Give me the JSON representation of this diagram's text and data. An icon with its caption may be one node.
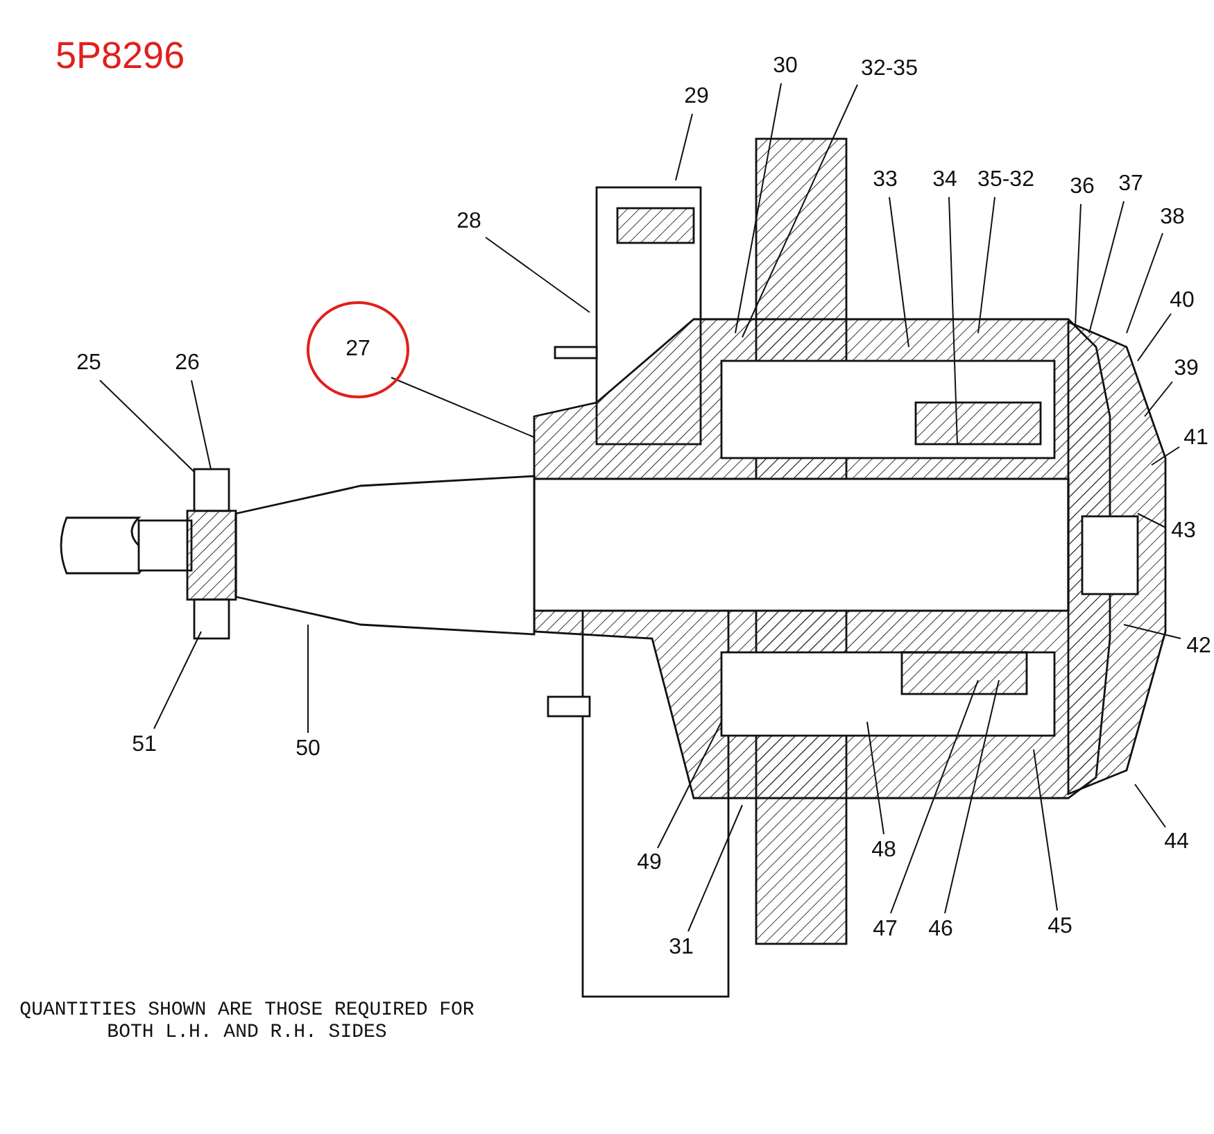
{
  "diagram": {
    "title": "5P8296",
    "nodes": [
      {
        "text": [
          "25"
        ]
      },
      {
        "text": [
          "26"
        ]
      },
      {
        "text": [
          "27"
        ]
      },
      {
        "text": [
          "28"
        ]
      },
      {
        "text": [
          "29"
        ]
      },
      {
        "text": [
          "30"
        ]
      },
      {
        "text": [
          "32-35"
        ]
      },
      {
        "text": [
          "33"
        ]
      },
      {
        "text": [
          "34"
        ]
      },
      {
        "text": [
          "35-32"
        ]
      },
      {
        "text": [
          "36"
        ]
      },
      {
        "text": [
          "37"
        ]
      },
      {
        "text": [
          "38"
        ]
      },
      {
        "text": [
          "40"
        ]
      },
      {
        "text": [
          "39"
        ]
      },
      {
        "text": [
          "41"
        ]
      },
      {
        "text": [
          "43"
        ]
      },
      {
        "text": [
          "42"
        ]
      },
      {
        "text": [
          "44"
        ]
      },
      {
        "text": [
          "45"
        ]
      },
      {
        "text": [
          "46"
        ]
      },
      {
        "text": [
          "47"
        ]
      },
      {
        "text": [
          "48"
        ]
      },
      {
        "text": [
          "49"
        ]
      },
      {
        "text": [
          "31"
        ]
      },
      {
        "text": [
          "50"
        ]
      },
      {
        "text": [
          "51"
        ]
      }
    ],
    "edges": [
      {
        "from": 0,
        "to": null,
        "arrow": "none"
      },
      {
        "from": 1,
        "to": null,
        "arrow": "none"
      },
      {
        "from": 2,
        "to": null,
        "arrow": "none"
      },
      {
        "from": 3,
        "to": null,
        "arrow": "none"
      },
      {
        "from": 4,
        "to": null,
        "arrow": "none"
      },
      {
        "from": 5,
        "to": null,
        "arrow": "none"
      },
      {
        "from": 6,
        "to": null,
        "arrow": "none"
      },
      {
        "from": 7,
        "to": null,
        "arrow": "none"
      },
      {
        "from": 8,
        "to": null,
        "arrow": "none"
      },
      {
        "from": 9,
        "to": null,
        "arrow": "none"
      },
      {
        "from": 10,
        "to": null,
        "arrow": "none"
      },
      {
        "from": 11,
        "to": null,
        "arrow": "none"
      },
      {
        "from": 12,
        "to": null,
        "arrow": "none"
      },
      {
        "from": 13,
        "to": null,
        "arrow": "none"
      },
      {
        "from": 14,
        "to": null,
        "arrow": "none"
      },
      {
        "from": 15,
        "to": null,
        "arrow": "none"
      },
      {
        "from": 16,
        "to": null,
        "arrow": "none"
      },
      {
        "from": 17,
        "to": null,
        "arrow": "none"
      },
      {
        "from": 18,
        "to": null,
        "arrow": "none"
      },
      {
        "from": 19,
        "to": null,
        "arrow": "none"
      },
      {
        "from": 20,
        "to": null,
        "arrow": "none"
      },
      {
        "from": 21,
        "to": null,
        "arrow": "none"
      },
      {
        "from": 22,
        "to": null,
        "arrow": "none"
      },
      {
        "from": 23,
        "to": null,
        "arrow": "none"
      },
      {
        "from": 24,
        "to": null,
        "arrow": "none"
      },
      {
        "from": 25,
        "to": null,
        "arrow": "none"
      },
      {
        "from": 26,
        "to": null,
        "arrow": "none"
      }
    ],
    "labels": [
      "QUANTITIES SHOWN ARE THOSE REQUIRED FOR BOTH L.H. AND R.H. SIDES"
    ]
  }
}
